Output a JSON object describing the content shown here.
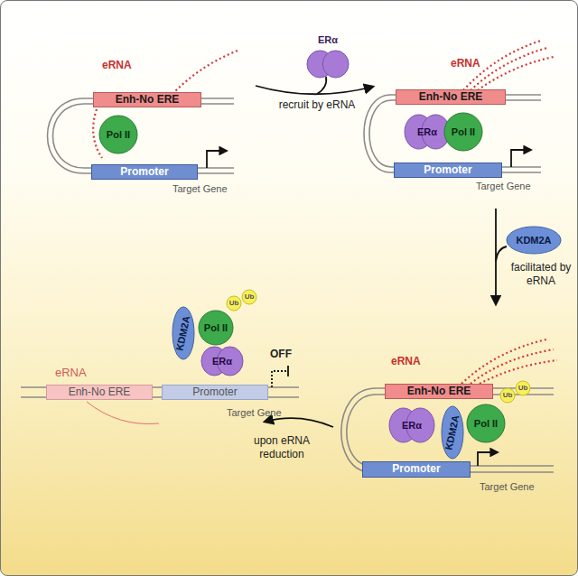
{
  "diagram": {
    "nodes": [
      {
        "text": [
          "Enh-No ERE"
        ]
      },
      {
        "text": [
          "Pol II"
        ]
      },
      {
        "text": [
          "Promoter"
        ]
      },
      {
        "text": [
          "ERα"
        ]
      },
      {
        "text": [
          "Enh-No ERE"
        ]
      },
      {
        "text": [
          "ERα"
        ]
      },
      {
        "text": [
          "Pol II"
        ]
      },
      {
        "text": [
          "Promoter"
        ]
      },
      {
        "text": [
          "KDM2A"
        ]
      },
      {
        "text": [
          "KDM2A"
        ]
      },
      {
        "text": [
          "Ub"
        ]
      },
      {
        "text": [
          "Ub"
        ]
      },
      {
        "text": [
          "Pol II"
        ]
      },
      {
        "text": [
          "ERα"
        ]
      },
      {
        "text": [
          "Enh-No ERE"
        ]
      },
      {
        "text": [
          "ERα"
        ]
      },
      {
        "text": [
          "KDM2A"
        ]
      },
      {
        "text": [
          "Pol II"
        ]
      },
      {
        "text": [
          "Ub"
        ]
      },
      {
        "text": [
          "Ub"
        ]
      },
      {
        "text": [
          "Promoter"
        ]
      },
      {
        "text": [
          "Enh-No ERE"
        ]
      },
      {
        "text": [
          "Promoter"
        ]
      }
    ],
    "labels": [
      "eRNA",
      "Target Gene",
      "recruit by eRNA",
      "eRNA",
      "Target Gene",
      "facilitated by eRNA",
      "eRNA",
      "Target Gene",
      "upon eRNA reduction",
      "eRNA",
      "OFF",
      "Target Gene"
    ]
  }
}
